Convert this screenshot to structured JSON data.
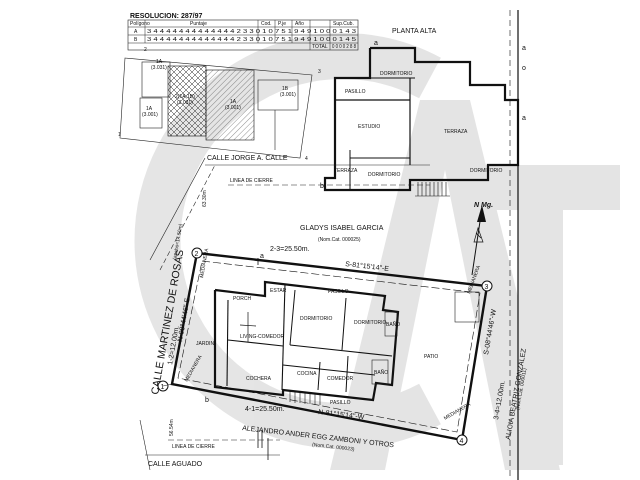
{
  "header": {
    "resolution": "RESOLUCION: 287/97",
    "col_poligono": "Polígono",
    "col_puntaje": "Puntaje",
    "col_cod": "Cod.",
    "col_pje": "P.je",
    "col_ano": "Año",
    "col_sup": "Sup.Cub.",
    "row_a": "A",
    "row_b": "B",
    "row_a_digits": "3 4 4 4 4 4 4 4 4 4 4 4 4 4 2 3 3 0 1 0 7 5 1 9 4 9 1 0 0 0 1 4 3",
    "row_b_digits": "3 4 4 4 4 4 4 4 4 4 4 4 4 4 2 3 3 0 1 0 7 5 1 9 4 9 1 0 0 0 1 4 5",
    "total_label": "TOTAL",
    "total_digits": "0 0 0 0 2 8 8"
  },
  "planta_alta": {
    "title": "PLANTA ALTA",
    "rooms": [
      "DORMITORIO",
      "PASILLO",
      "ESTUDIO",
      "TERRAZA",
      "TERRAZA",
      "DORMITORIO",
      "DORMITORIO"
    ],
    "point_a": "a",
    "point_b": "b"
  },
  "key_plan": {
    "labels": [
      "1A",
      "2(1A,1B)",
      "1A",
      "1B",
      "1A"
    ],
    "codes": [
      "(3.031)",
      "(3.031)",
      "(3.001)",
      "(3.001)",
      "(3.001)"
    ],
    "points": [
      "1",
      "2",
      "3",
      "4"
    ]
  },
  "streets": {
    "jorge": "CALLE JORGE A. CALLE",
    "linea_cierre_top": "LINEA DE CIERRE",
    "martinez": "CALLE MARTINEZ DE ROSAS",
    "martinez_note": "(ancho=14.50m)",
    "aguado": "CALLE AGUADO",
    "linea_cierre_bottom": "LINEA DE CIERRE",
    "dim_left": "63.30m",
    "dim_left_bottom": "56.54m"
  },
  "neighbors": {
    "north": "GLADYS ISABEL GARCIA",
    "north_nomcat": "(Nom.Cat. 000025)",
    "east": "ALICIA BEATRIZ GONZALEZ",
    "east_nomcat": "(Nom.Cat. 000011)",
    "south": "ALEJANDRO ANDER EGG ZAMBONI Y OTROS",
    "south_nomcat": "(Nom.Cat. 000023)"
  },
  "boundaries": {
    "north_len": "2-3=25.50m.",
    "north_bearing": "S-81°15'14\"-E",
    "west_bearing": "N-08°44'46\"-E",
    "west_len": "1-2=12.00m.",
    "east_bearing": "S-08°44'46\"-W",
    "east_len": "3-4=12.00m.",
    "south_len": "4-1=25.50m.",
    "south_bearing": "N-81°15'14\"-W"
  },
  "vertices": [
    "1",
    "2",
    "3",
    "4"
  ],
  "points": [
    "a",
    "b"
  ],
  "north_label": "N Mg.",
  "ground_rooms": [
    "PORCH",
    "ESTAR",
    "PASILLO",
    "DORMITORIO",
    "DORMITORIO",
    "LIVING-COMEDOR",
    "JARDIN",
    "PATIO",
    "BAÑO",
    "COCINA",
    "COMEDOR",
    "COCHERA",
    "BAÑO",
    "PASILLO"
  ],
  "fence_labels": [
    "MEDIANERA",
    "MEDIANERA",
    "MEDIANERA",
    "MEDIANERA"
  ]
}
